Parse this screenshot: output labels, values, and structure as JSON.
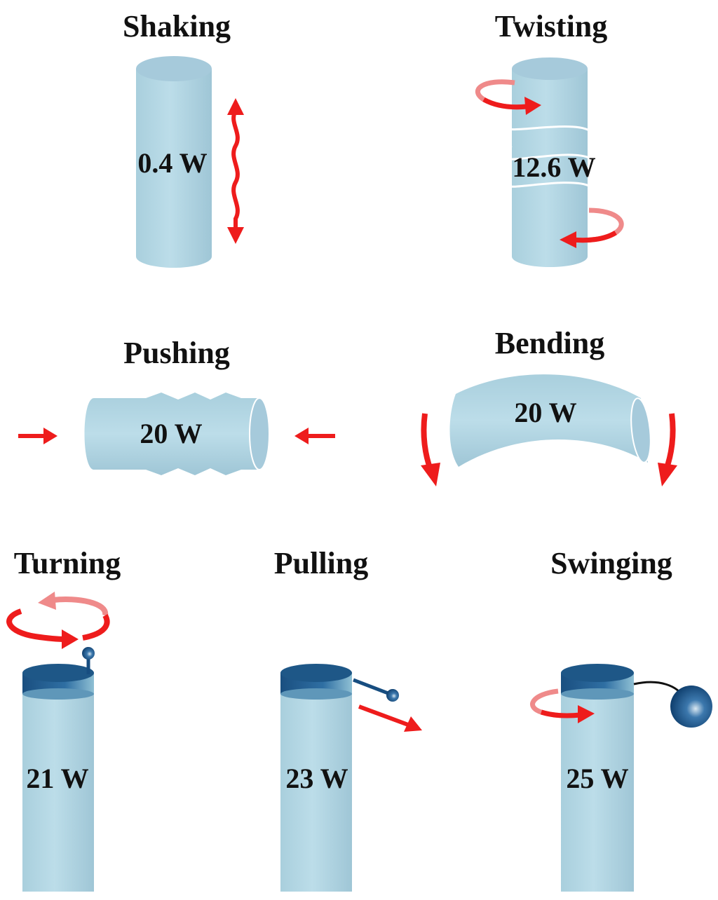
{
  "panels": [
    {
      "id": "shaking",
      "title": "Shaking",
      "value": "0.4 W"
    },
    {
      "id": "twisting",
      "title": "Twisting",
      "value": "12.6 W"
    },
    {
      "id": "pushing",
      "title": "Pushing",
      "value": "20 W"
    },
    {
      "id": "bending",
      "title": "Bending",
      "value": "20 W"
    },
    {
      "id": "turning",
      "title": "Turning",
      "value": "21 W"
    },
    {
      "id": "pulling",
      "title": "Pulling",
      "value": "23 W"
    },
    {
      "id": "swinging",
      "title": "Swinging",
      "value": "25 W"
    }
  ],
  "colors": {
    "cylinder_body": "#b3d6e3",
    "cylinder_top": "#a6cadb",
    "arrow": "#ee1c1c",
    "arrow_back": "#ef8a8a",
    "collar": "#1e5787",
    "knob": "#174d80",
    "text": "#111111"
  }
}
